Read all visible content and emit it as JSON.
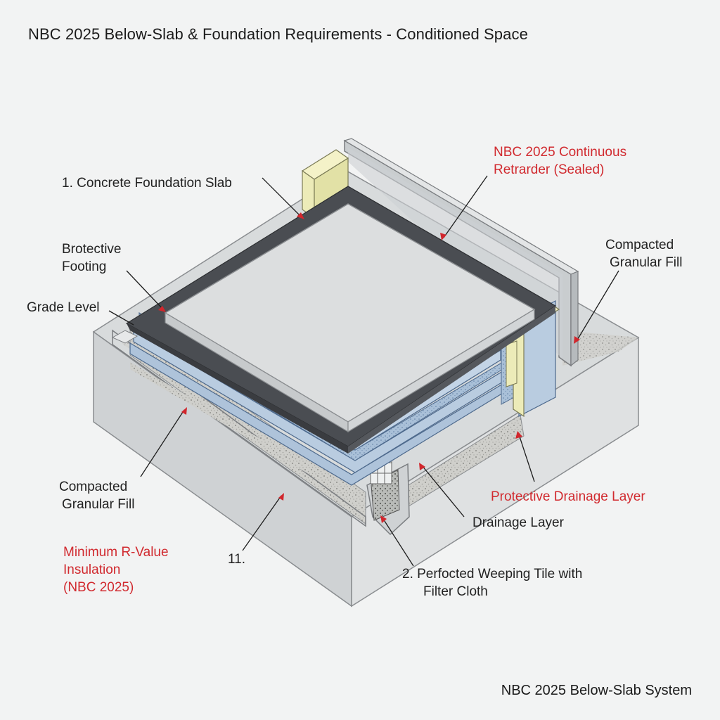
{
  "title": "NBC 2025 Below-Slab & Foundation Requirements - Conditioned Space",
  "footer": "NBC 2025 Below-Slab System",
  "labels": {
    "concrete_slab": "1. Concrete Foundation Slab",
    "retarder_l1": "NBC 2025 Continuous",
    "retarder_l2": "Retrarder (Sealed)",
    "protective_footing_l1": "Brotective",
    "protective_footing_l2": "Footing",
    "compacted_fill_right_l1": "Compacted",
    "compacted_fill_right_l2": "Granular Fill",
    "grade_level": "Grade Level",
    "compacted_fill_left_l1": "Compacted",
    "compacted_fill_left_l2": "Granular Fill",
    "protective_drainage": "Protective Drainage Layer",
    "drainage_layer": "Drainage Layer",
    "insulation_l1": "Minimum R-Value",
    "insulation_l2": "Insulation",
    "insulation_l3": "(NBC 2025)",
    "number_11": "11.",
    "weeping_tile_l1": "2. Perfocted Weeping Tile with",
    "weeping_tile_l2": "Filter Cloth"
  },
  "colors": {
    "label_red": "#d12a2f",
    "text": "#222222",
    "concrete": "#d6d9db",
    "membrane": "#4a4d52",
    "insulation_blue": "#b9cce0",
    "insulation_yellow": "#ecebb8",
    "arrow_red": "#d1262c"
  }
}
